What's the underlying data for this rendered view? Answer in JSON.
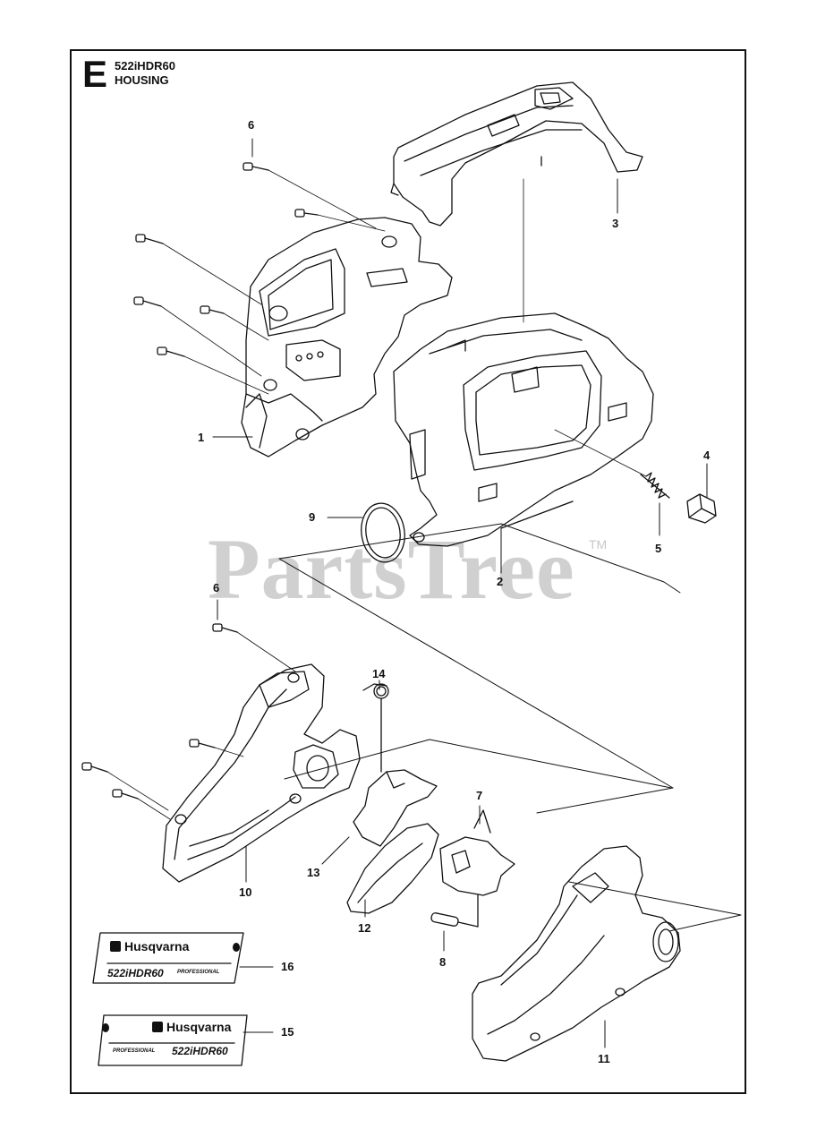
{
  "header": {
    "section_letter": "E",
    "model": "522iHDR60",
    "title": "HOUSING"
  },
  "watermark": {
    "text": "PartsTree",
    "trademark": "TM"
  },
  "callouts": {
    "p1": "1",
    "p2": "2",
    "p3": "3",
    "p4": "4",
    "p5": "5",
    "p6a": "6",
    "p6b": "6",
    "p7": "7",
    "p8": "8",
    "p9": "9",
    "p10": "10",
    "p11": "11",
    "p12": "12",
    "p13": "13",
    "p14": "14",
    "p15": "15",
    "p16": "16"
  },
  "decals": {
    "decal16": {
      "brand": "Husqvarna",
      "model": "522iHDR60",
      "grade": "PROFESSIONAL"
    },
    "decal15": {
      "brand": "Husqvarna",
      "model": "522iHDR60",
      "grade": "PROFESSIONAL"
    }
  },
  "colors": {
    "line": "#111111",
    "watermark": "#d0d0d0"
  }
}
